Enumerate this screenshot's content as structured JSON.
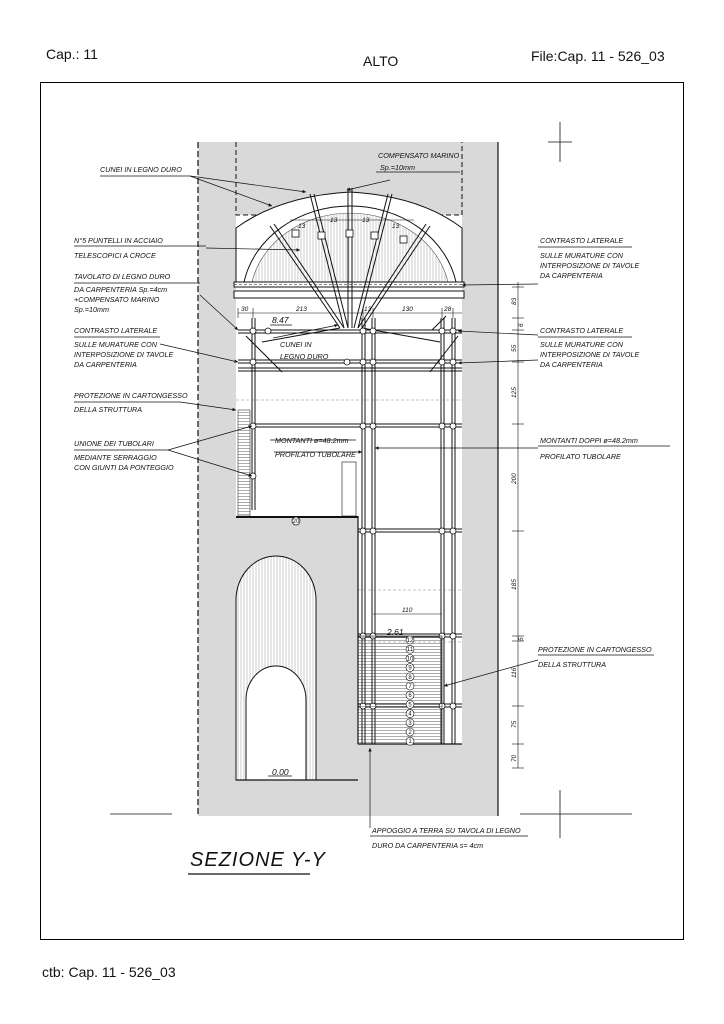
{
  "header": {
    "chapter": "Cap.: 11",
    "center": "ALTO",
    "file": "File:Cap. 11 - 526_03"
  },
  "footer": {
    "ctb": "ctb: Cap. 11 - 526_03"
  },
  "drawing": {
    "title": "SEZIONE Y-Y",
    "annotations": {
      "cunei_top": "CUNEI IN LEGNO DURO",
      "compensato_1": "COMPENSATO MARINO",
      "compensato_2": "Sp.=10mm",
      "puntelli_1": "N°5 PUNTELLI IN ACCIAIO",
      "puntelli_2": "TELESCOPICI A CROCE",
      "tavolato_1": "TAVOLATO DI LEGNO DURO",
      "tavolato_2": "DA CARPENTERIA Sp.=4cm",
      "tavolato_3": "+COMPENSATO MARINO",
      "tavolato_4": "Sp.=10mm",
      "contrasto_l1": "CONTRASTO LATERALE",
      "contrasto_l2": "SULLE MURATURE CON",
      "contrasto_l3": "INTERPOSIZIONE DI TAVOLE",
      "contrasto_l4": "DA CARPENTERIA",
      "cunei_mid_1": "CUNEI IN",
      "cunei_mid_2": "LEGNO DURO",
      "protezione_l1": "PROTEZIONE IN CARTONGESSO",
      "protezione_l2": "DELLA STRUTTURA",
      "unione_1": "UNIONE DEI TUBOLARI",
      "unione_2": "MEDIANTE SERRAGGIO",
      "unione_3": "CON GIUNTI DA PONTEGGIO",
      "montanti_1": "MONTANTI ø=48.2mm",
      "montanti_2": "PROFILATO TUBOLARE",
      "montanti_doppi_1": "MONTANTI DOPPI ø=48.2mm",
      "montanti_doppi_2": "PROFILATO TUBOLARE",
      "appoggio_1": "APPOGGIO A TERRA SU TAVOLA DI LEGNO",
      "appoggio_2": "DURO DA CARPENTERIA s= 4cm"
    },
    "levels": {
      "upper": "8.47",
      "mid": "2.61",
      "ground": "0.00"
    },
    "dims_horizontal": {
      "a": "30",
      "b": "213",
      "c": "13",
      "d": "130",
      "e": "28",
      "f": "110"
    },
    "arch_dims": [
      "13",
      "13",
      "13",
      "13"
    ],
    "dims_vertical": [
      "83",
      "6",
      "55",
      "125",
      "200",
      "185",
      "5",
      "116",
      "75",
      "70"
    ],
    "room_marker": "20",
    "step_numbers": [
      "12",
      "11",
      "10",
      "9",
      "8",
      "7",
      "6",
      "5",
      "4",
      "3",
      "2",
      "1"
    ]
  }
}
